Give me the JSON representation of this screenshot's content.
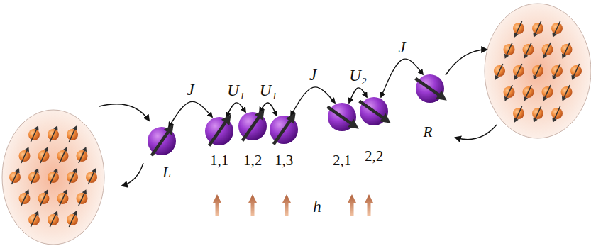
{
  "diagram": {
    "nodes": [
      {
        "text": [
          "L"
        ]
      },
      {
        "text": [
          "1,1"
        ]
      },
      {
        "text": [
          "1,2"
        ]
      },
      {
        "text": [
          "1,3"
        ]
      },
      {
        "text": [
          "2,1"
        ]
      },
      {
        "text": [
          "2,2"
        ]
      },
      {
        "text": [
          "R"
        ]
      }
    ],
    "edges": [
      {
        "from": 0,
        "to": 1,
        "arrow": "both",
        "label": "J"
      },
      {
        "from": 1,
        "to": 2,
        "arrow": "both",
        "label": "U₁"
      },
      {
        "from": 2,
        "to": 3,
        "arrow": "both",
        "label": "U₁"
      },
      {
        "from": 3,
        "to": 4,
        "arrow": "both",
        "label": "J"
      },
      {
        "from": 4,
        "to": 5,
        "arrow": "both",
        "label": "U₂"
      },
      {
        "from": 5,
        "to": 6,
        "arrow": "both",
        "label": "J"
      }
    ],
    "labels": [
      "h"
    ]
  }
}
